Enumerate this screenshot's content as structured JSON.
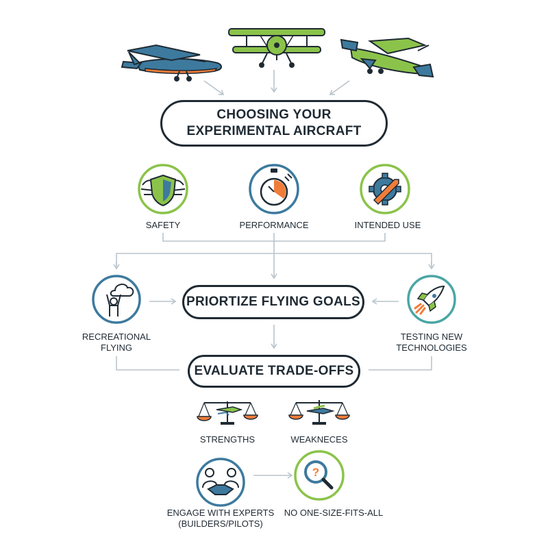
{
  "title": {
    "line1": "CHOOSING YOUR",
    "line2": "EXPERIMENTAL AIRCRAFT"
  },
  "criteria": [
    {
      "label": "SAFETY",
      "icon": "shield-wings-icon"
    },
    {
      "label": "PERFORMANCE",
      "icon": "stopwatch-icon"
    },
    {
      "label": "INTENDED USE",
      "icon": "gear-wrench-icon"
    }
  ],
  "goals": {
    "center": "PRIORTIZE FLYING GOALS",
    "left": {
      "line1": "RECREATIONAL",
      "line2": "FLYING",
      "icon": "person-cloud-icon"
    },
    "right": {
      "line1": "TESTING NEW",
      "line2": "TECHNOLOGIES",
      "icon": "rocket-icon"
    }
  },
  "evaluate": {
    "center": "EVALUATE TRADE-OFFS",
    "strengths": "STRENGTHS",
    "weaknesses": "WEAKNECES"
  },
  "final": {
    "experts_line1": "ENGAGE WITH EXPERTS",
    "experts_line2": "(BUILDERS/PILOTS)",
    "no_one_size": "NO ONE-SIZE-FITS-ALL"
  },
  "colors": {
    "navy": "#1f2a33",
    "blue": "#3d7a9e",
    "green": "#8bc34a",
    "orange": "#f07c3a",
    "teal": "#4aa6a6",
    "arrow": "#b9c4cc"
  }
}
